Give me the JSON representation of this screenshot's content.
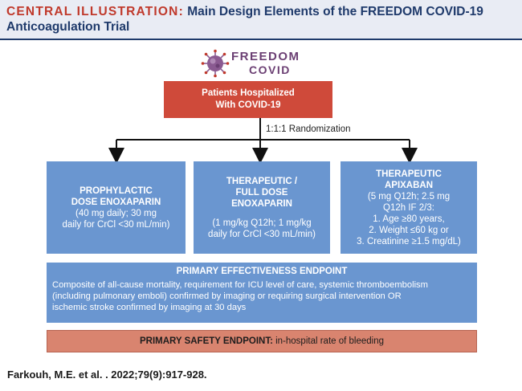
{
  "header": {
    "tag": "CENTRAL ILLUSTRATION:",
    "title_line1": "Main Design Elements of the FREEDOM COVID-19",
    "title_line2": "Anticoagulation Trial"
  },
  "logo": {
    "line1": "FREEDOM",
    "line2": "COVID"
  },
  "patients_box": {
    "line1": "Patients Hospitalized",
    "line2": "With COVID-19"
  },
  "randomization": "1:1:1 Randomization",
  "arms": [
    {
      "title_lines": [
        "PROPHYLACTIC",
        "DOSE ENOXAPARIN"
      ],
      "detail_lines": [
        "(40 mg daily; 30 mg",
        "daily for CrCl <30 mL/min)"
      ]
    },
    {
      "title_lines": [
        "THERAPEUTIC /",
        "FULL DOSE",
        "ENOXAPARIN"
      ],
      "detail_lines": [
        "(1 mg/kg Q12h; 1 mg/kg",
        "daily for CrCl <30 mL/min)"
      ]
    },
    {
      "title_lines": [
        "THERAPEUTIC",
        "APIXABAN"
      ],
      "detail_lines": [
        "(5 mg  Q12h; 2.5 mg",
        "Q12h IF 2/3:",
        "1. Age ≥80 years,",
        "2. Weight ≤60 kg or",
        "3. Creatinine ≥1.5 mg/dL)"
      ]
    }
  ],
  "effectiveness": {
    "title": "PRIMARY EFFECTIVENESS ENDPOINT",
    "lines": [
      "Composite of all-cause mortality, requirement for ICU level of care, systemic thromboembolism",
      "(including pulmonary emboli) confirmed by imaging or requiring surgical intervention OR",
      "ischemic stroke confirmed by imaging at 30 days"
    ]
  },
  "safety": {
    "label": "PRIMARY SAFETY ENDPOINT:",
    "text": " in-hospital rate of bleeding"
  },
  "citation": "Farkouh, M.E. et al. . 2022;79(9):917-928.",
  "colors": {
    "header_bg": "#e9ecf4",
    "accent_red": "#c0392b",
    "navy": "#1f3a6b",
    "patients_box": "#cf4a3a",
    "arm_blue": "#6a96d0",
    "safety_box": "#d9846f",
    "logo_purple": "#6b3f73"
  }
}
